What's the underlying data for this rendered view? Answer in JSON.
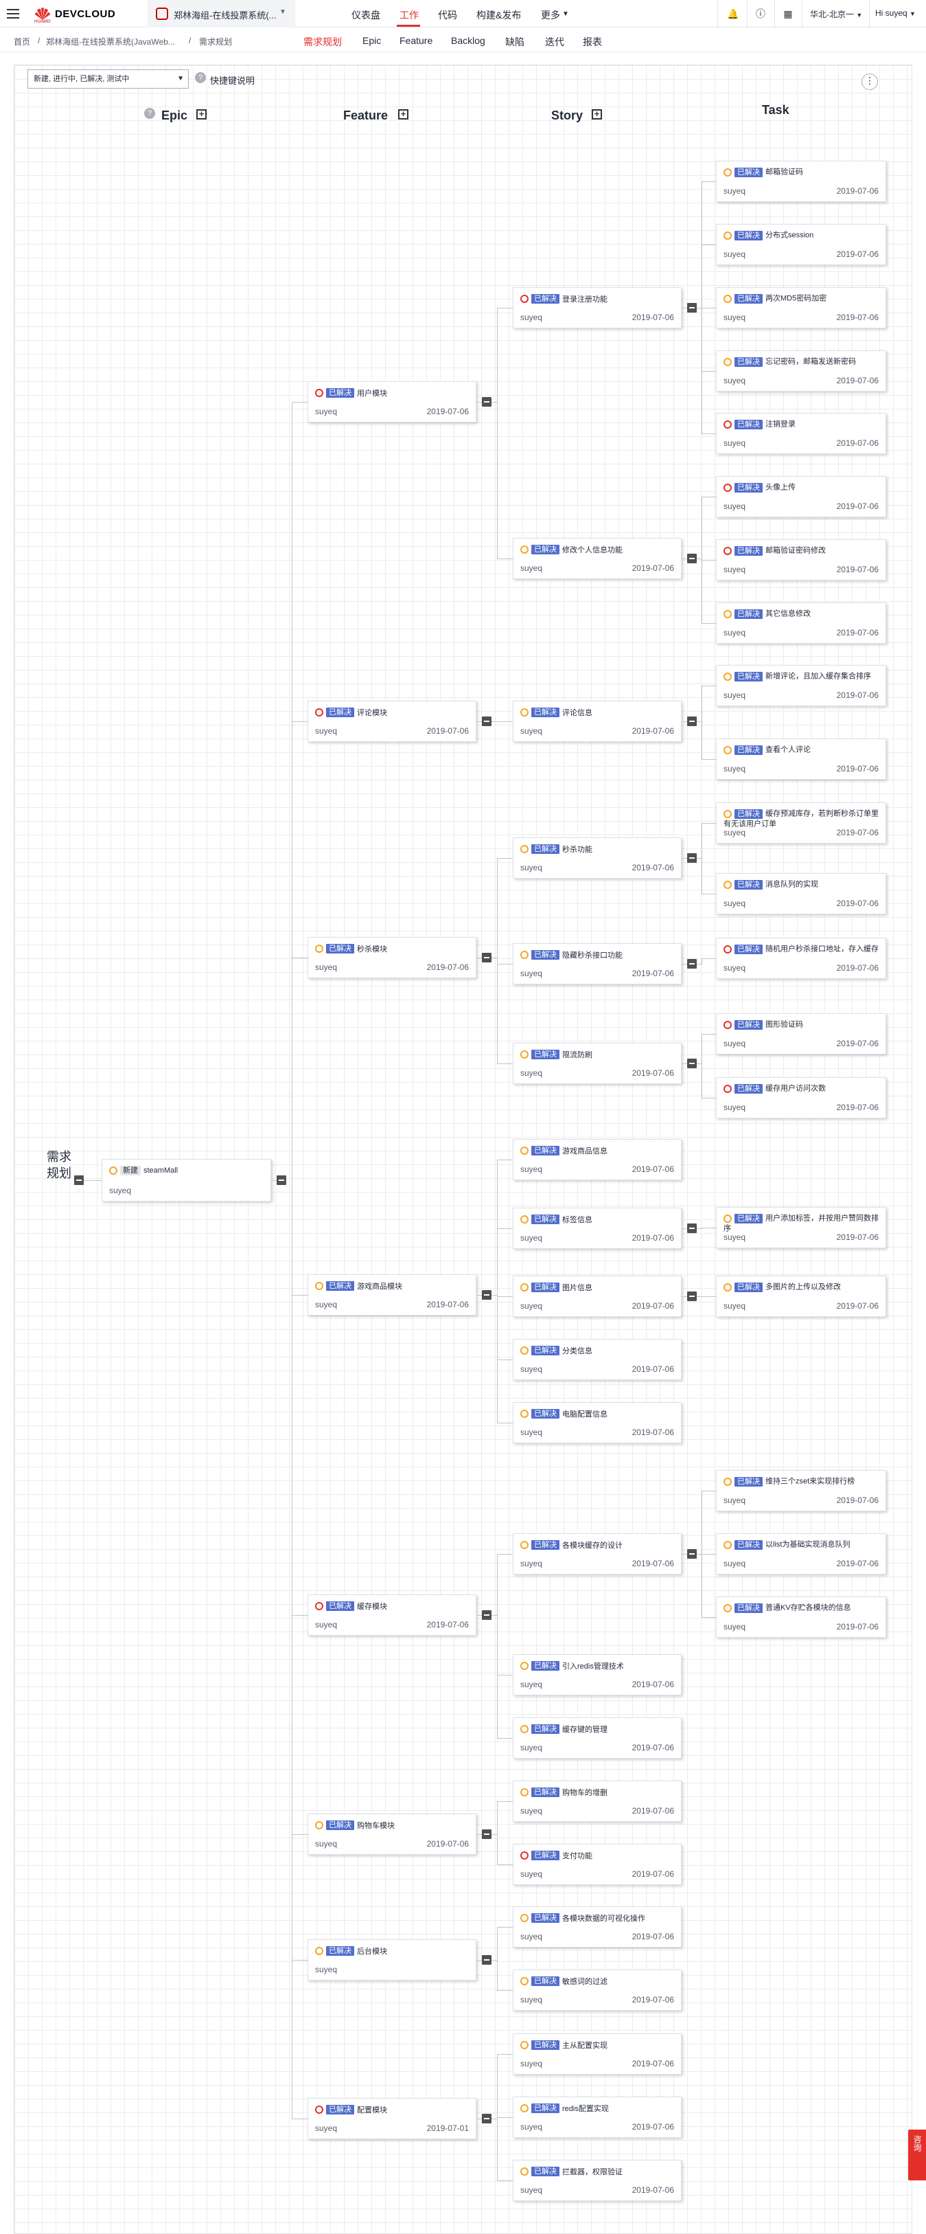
{
  "topbar": {
    "logo_text": "DEVCLOUD",
    "logo_sub": "HUAWEI",
    "project_name": "郑林海组-在线投票系统(...",
    "nav": [
      "仪表盘",
      "工作",
      "代码",
      "构建&发布",
      "更多"
    ],
    "active_nav": "工作",
    "region": "华北-北京一",
    "user": "Hi suyeq"
  },
  "subbar": {
    "breadcrumb": [
      "首页",
      "/",
      "郑林海组-在线投票系统(JavaWeb...",
      "/",
      "需求规划"
    ],
    "tabs": [
      "需求规划",
      "Epic",
      "Feature",
      "Backlog",
      "缺陷",
      "迭代",
      "报表"
    ],
    "active_tab": "需求规划"
  },
  "toolbar": {
    "filter_value": "新建, 进行中, 已解决, 测试中",
    "shortcut_label": "快捷键说明",
    "more_icon": "⋮"
  },
  "columns": {
    "epic": "Epic",
    "feature": "Feature",
    "story": "Story",
    "task": "Task"
  },
  "root_label": "需求规划",
  "status": {
    "resolved": "已解决",
    "new": "新建"
  },
  "colors": {
    "accent": "#e4302b",
    "badge": "#526ecc",
    "red_status": "#e4302b",
    "yellow_status": "#f5a623"
  },
  "epic": {
    "title": "steamMall",
    "status": "new",
    "owner": "suyeq",
    "date": ""
  },
  "features": [
    {
      "title": "用户模块",
      "owner": "suyeq",
      "date": "2019-07-06",
      "color": "red"
    },
    {
      "title": "评论模块",
      "owner": "suyeq",
      "date": "2019-07-06",
      "color": "red"
    },
    {
      "title": "秒杀模块",
      "owner": "suyeq",
      "date": "2019-07-06",
      "color": "yellow"
    },
    {
      "title": "游戏商品模块",
      "owner": "suyeq",
      "date": "2019-07-06",
      "color": "yellow"
    },
    {
      "title": "缓存模块",
      "owner": "suyeq",
      "date": "2019-07-06",
      "color": "red"
    },
    {
      "title": "购物车模块",
      "owner": "suyeq",
      "date": "2019-07-06",
      "color": "yellow"
    },
    {
      "title": "后台模块",
      "owner": "suyeq",
      "date": "",
      "color": "yellow"
    },
    {
      "title": "配置模块",
      "owner": "suyeq",
      "date": "2019-07-01",
      "color": "red"
    }
  ],
  "stories": [
    {
      "title": "登录注册功能",
      "owner": "suyeq",
      "date": "2019-07-06",
      "color": "red"
    },
    {
      "title": "修改个人信息功能",
      "owner": "suyeq",
      "date": "2019-07-06",
      "color": "yellow"
    },
    {
      "title": "评论信息",
      "owner": "suyeq",
      "date": "2019-07-06",
      "color": "yellow"
    },
    {
      "title": "秒杀功能",
      "owner": "suyeq",
      "date": "2019-07-06",
      "color": "yellow"
    },
    {
      "title": "隐藏秒杀接口功能",
      "owner": "suyeq",
      "date": "2019-07-06",
      "color": "yellow"
    },
    {
      "title": "限流防刷",
      "owner": "suyeq",
      "date": "2019-07-06",
      "color": "yellow"
    },
    {
      "title": "游戏商品信息",
      "owner": "suyeq",
      "date": "2019-07-06",
      "color": "yellow"
    },
    {
      "title": "标签信息",
      "owner": "suyeq",
      "date": "2019-07-06",
      "color": "yellow"
    },
    {
      "title": "图片信息",
      "owner": "suyeq",
      "date": "2019-07-06",
      "color": "yellow"
    },
    {
      "title": "分类信息",
      "owner": "suyeq",
      "date": "2019-07-06",
      "color": "yellow"
    },
    {
      "title": "电脑配置信息",
      "owner": "suyeq",
      "date": "2019-07-06",
      "color": "yellow"
    },
    {
      "title": "各模块缓存的设计",
      "owner": "suyeq",
      "date": "2019-07-06",
      "color": "yellow"
    },
    {
      "title": "引入redis管理技术",
      "owner": "suyeq",
      "date": "2019-07-06",
      "color": "yellow"
    },
    {
      "title": "缓存键的管理",
      "owner": "suyeq",
      "date": "2019-07-06",
      "color": "yellow"
    },
    {
      "title": "购物车的增删",
      "owner": "suyeq",
      "date": "2019-07-06",
      "color": "yellow"
    },
    {
      "title": "支付功能",
      "owner": "suyeq",
      "date": "2019-07-06",
      "color": "red"
    },
    {
      "title": "各模块数据的可视化操作",
      "owner": "suyeq",
      "date": "2019-07-06",
      "color": "yellow"
    },
    {
      "title": "敏感词的过滤",
      "owner": "suyeq",
      "date": "2019-07-06",
      "color": "yellow"
    },
    {
      "title": "主从配置实现",
      "owner": "suyeq",
      "date": "2019-07-06",
      "color": "yellow"
    },
    {
      "title": "redis配置实现",
      "owner": "suyeq",
      "date": "2019-07-06",
      "color": "yellow"
    },
    {
      "title": "拦截器，权限验证",
      "owner": "suyeq",
      "date": "2019-07-06",
      "color": "yellow"
    }
  ],
  "tasks": [
    {
      "title": "邮箱验证码",
      "owner": "suyeq",
      "date": "2019-07-06",
      "color": "yellow"
    },
    {
      "title": "分布式session",
      "owner": "suyeq",
      "date": "2019-07-06",
      "color": "yellow"
    },
    {
      "title": "两次MD5密码加密",
      "owner": "suyeq",
      "date": "2019-07-06",
      "color": "yellow"
    },
    {
      "title": "忘记密码，邮箱发送新密码",
      "owner": "suyeq",
      "date": "2019-07-06",
      "color": "yellow"
    },
    {
      "title": "注销登录",
      "owner": "suyeq",
      "date": "2019-07-06",
      "color": "red"
    },
    {
      "title": "头像上传",
      "owner": "suyeq",
      "date": "2019-07-06",
      "color": "red"
    },
    {
      "title": "邮箱验证密码修改",
      "owner": "suyeq",
      "date": "2019-07-06",
      "color": "red"
    },
    {
      "title": "其它信息修改",
      "owner": "suyeq",
      "date": "2019-07-06",
      "color": "yellow"
    },
    {
      "title": "新增评论，且加入缓存集合排序",
      "owner": "suyeq",
      "date": "2019-07-06",
      "color": "yellow"
    },
    {
      "title": "查看个人评论",
      "owner": "suyeq",
      "date": "2019-07-06",
      "color": "yellow"
    },
    {
      "title": "缓存预减库存，若判断秒杀订单里有无该用户订单",
      "owner": "suyeq",
      "date": "2019-07-06",
      "color": "yellow"
    },
    {
      "title": "消息队列的实现",
      "owner": "suyeq",
      "date": "2019-07-06",
      "color": "yellow"
    },
    {
      "title": "随机用户秒杀接口地址，存入缓存",
      "owner": "suyeq",
      "date": "2019-07-06",
      "color": "red"
    },
    {
      "title": "图形验证码",
      "owner": "suyeq",
      "date": "2019-07-06",
      "color": "red"
    },
    {
      "title": "缓存用户访问次数",
      "owner": "suyeq",
      "date": "2019-07-06",
      "color": "red"
    },
    {
      "title": "用户添加标签，并按用户赞同数排序",
      "owner": "suyeq",
      "date": "2019-07-06",
      "color": "yellow"
    },
    {
      "title": "多图片的上传以及修改",
      "owner": "suyeq",
      "date": "2019-07-06",
      "color": "yellow"
    },
    {
      "title": "维持三个zset来实现排行榜",
      "owner": "suyeq",
      "date": "2019-07-06",
      "color": "yellow"
    },
    {
      "title": "以list为基础实现消息队列",
      "owner": "suyeq",
      "date": "2019-07-06",
      "color": "yellow"
    },
    {
      "title": "普通KV存贮各模块的信息",
      "owner": "suyeq",
      "date": "2019-07-06",
      "color": "yellow"
    }
  ],
  "support_button": "咨询"
}
